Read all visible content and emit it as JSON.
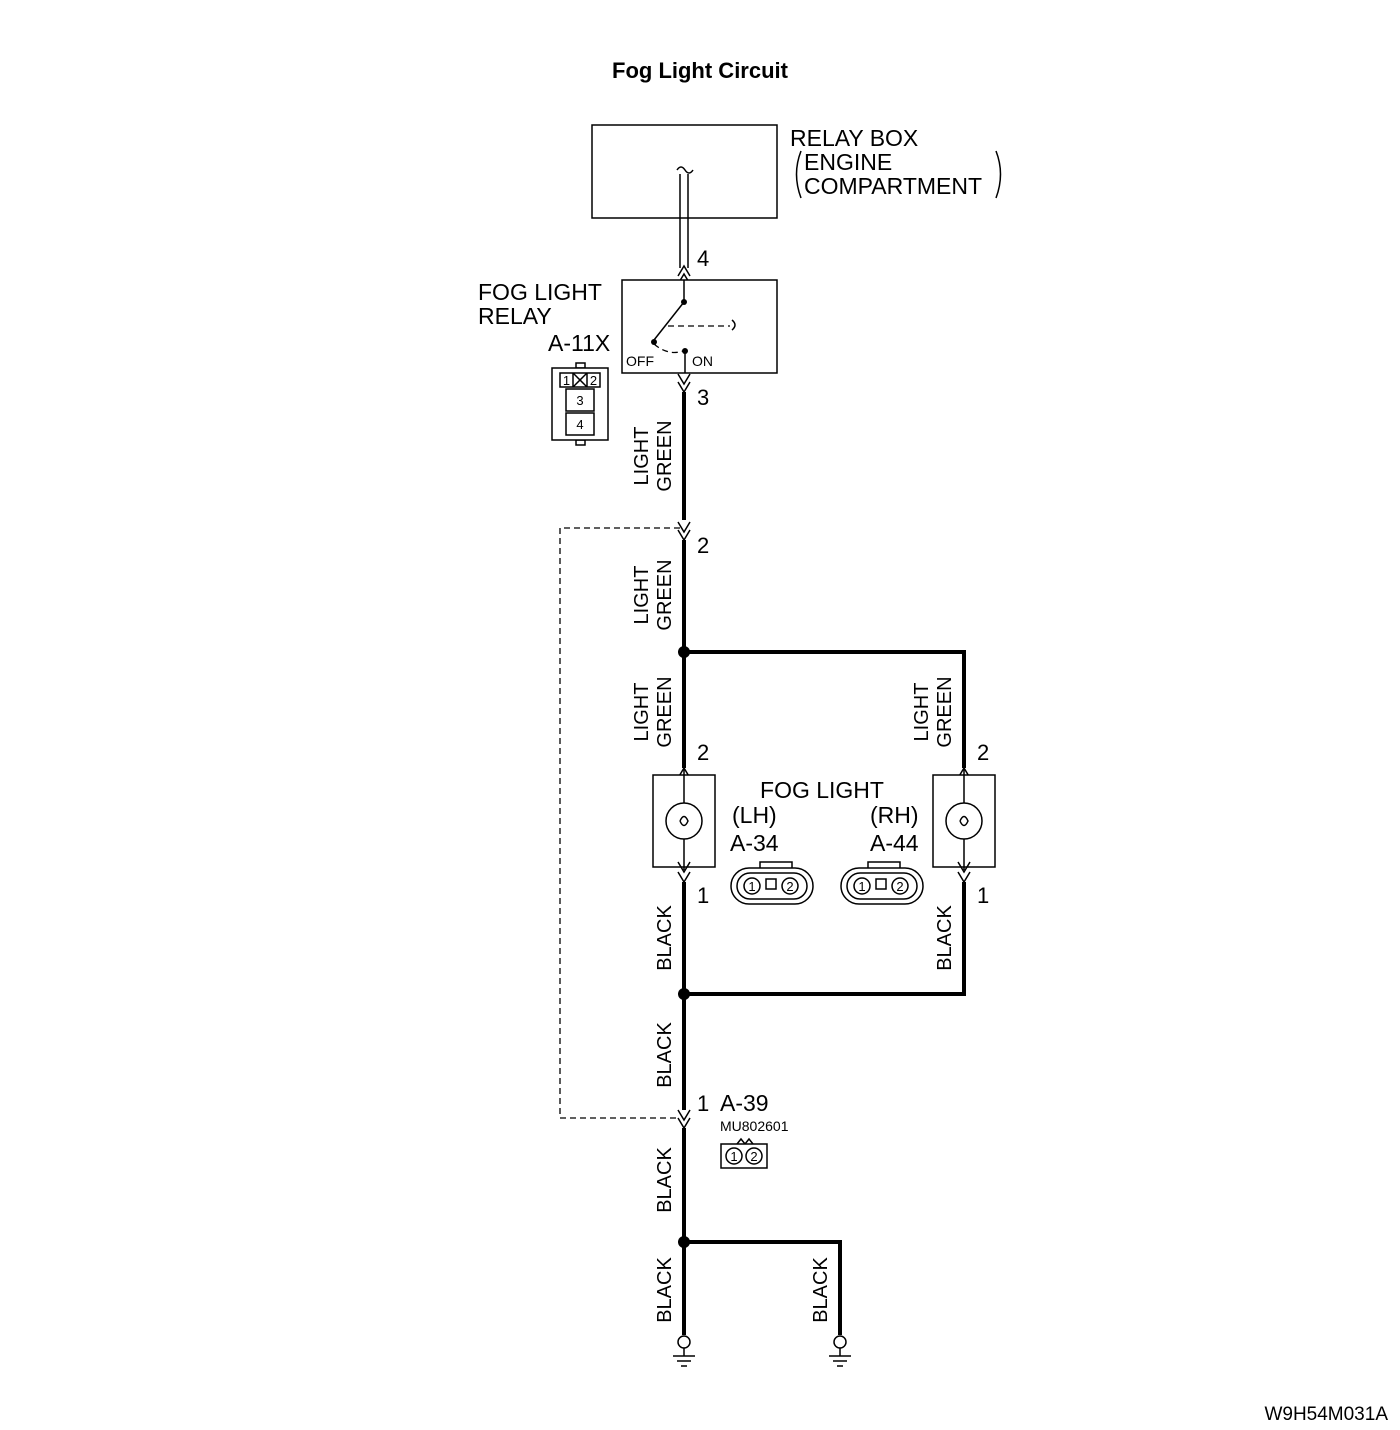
{
  "title": "Fog Light Circuit",
  "relay_box": {
    "line1": "RELAY BOX",
    "line2": "ENGINE",
    "line3": "COMPARTMENT"
  },
  "relay": {
    "line1": "FOG LIGHT",
    "line2": "RELAY",
    "connector": "A-11X",
    "off": "OFF",
    "on": "ON",
    "cells": [
      "1",
      "2",
      "3",
      "4"
    ]
  },
  "fog_light": {
    "label": "FOG LIGHT",
    "lh": "(LH)",
    "rh": "(RH)",
    "lh_connector": "A-34",
    "rh_connector": "A-44",
    "pins": [
      "1",
      "2"
    ]
  },
  "junction": {
    "connector": "A-39",
    "part_number": "MU802601",
    "pins": [
      "1",
      "2"
    ]
  },
  "pins": {
    "relay_top": "4",
    "relay_bottom": "3",
    "inline_top": "2",
    "lh_top": "2",
    "lh_bottom": "1",
    "rh_top": "2",
    "rh_bottom": "1",
    "junction": "1"
  },
  "wires": {
    "light": "LIGHT",
    "green": "GREEN",
    "black": "BLACK"
  },
  "figure_code": "W9H54M031A"
}
